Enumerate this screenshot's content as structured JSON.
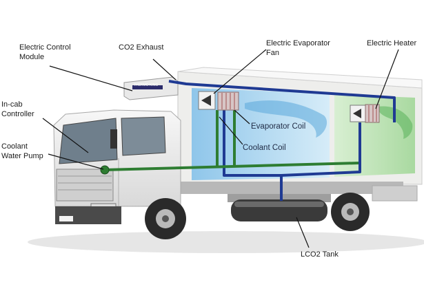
{
  "diagram": {
    "labels": {
      "ecm_line1": "Electric Control",
      "ecm_line2": "Module",
      "co2_exhaust": "CO2 Exhaust",
      "evap_fan_line1": "Electric Evaporator",
      "evap_fan_line2": "Fan",
      "electric_heater": "Electric Heater",
      "incab_line1": "In-cab",
      "incab_line2": "Controller",
      "pump_line1": "Coolant",
      "pump_line2": "Water Pump",
      "evaporator_coil": "Evaporator Coil",
      "coolant_coil": "Coolant Coil",
      "lco2_tank": "LCO2 Tank",
      "unit_badge": "THERMO KING"
    },
    "colors": {
      "cold_zone": "#a9d3ee",
      "warm_zone": "#bfe3b9",
      "co2_pipe": "#1f3a93",
      "coolant_pipe": "#2e7d32",
      "body": "#f4f4f2"
    }
  }
}
